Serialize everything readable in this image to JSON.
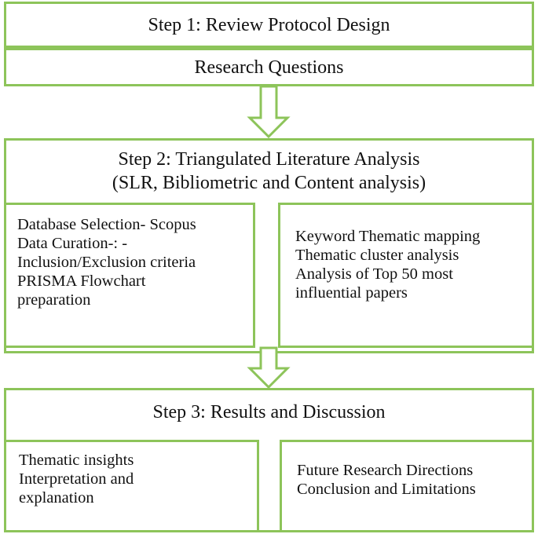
{
  "step1": {
    "title": "Step 1: Review Protocol Design",
    "sub": "Research Questions"
  },
  "step2": {
    "title_line1": "Step 2: Triangulated Literature Analysis",
    "title_line2": "(SLR, Bibliometric and Content analysis)",
    "left": [
      "Database Selection- Scopus",
      "Data Curation-: -",
      "Inclusion/Exclusion criteria",
      "PRISMA Flowchart",
      "preparation"
    ],
    "right": [
      "Keyword Thematic mapping",
      "Thematic cluster analysis",
      "Analysis of Top 50 most",
      "influential papers"
    ]
  },
  "step3": {
    "title": "Step 3: Results and Discussion",
    "left": [
      "Thematic insights",
      "Interpretation and",
      "explanation"
    ],
    "right": [
      "Future Research Directions",
      "Conclusion and Limitations"
    ]
  },
  "colors": {
    "border": "#8dc45a",
    "arrow_fill": "#ffffff"
  }
}
